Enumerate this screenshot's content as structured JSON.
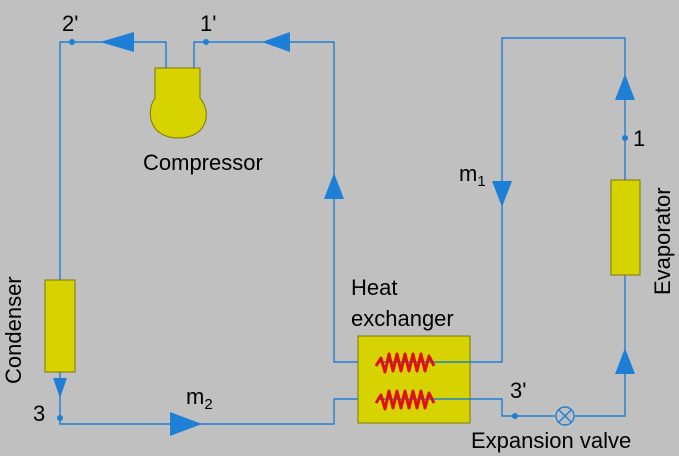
{
  "colors": {
    "background": "#c0c0c0",
    "pipe": "#1e7fd6",
    "component_fill": "#d6d300",
    "component_stroke": "#7a7a00",
    "coil": "#e01010"
  },
  "labels": {
    "compressor": "Compressor",
    "condenser": "Condenser",
    "evaporator": "Evaporator",
    "heat_exchanger_line1": "Heat",
    "heat_exchanger_line2": "exchanger",
    "expansion_valve": "Expansion valve"
  },
  "points": {
    "p2prime": "2'",
    "p1prime": "1'",
    "p1": "1",
    "p3": "3",
    "p3prime": "3'"
  },
  "flows": {
    "m1_base": "m",
    "m1_sub": "1",
    "m2_base": "m",
    "m2_sub": "2"
  }
}
